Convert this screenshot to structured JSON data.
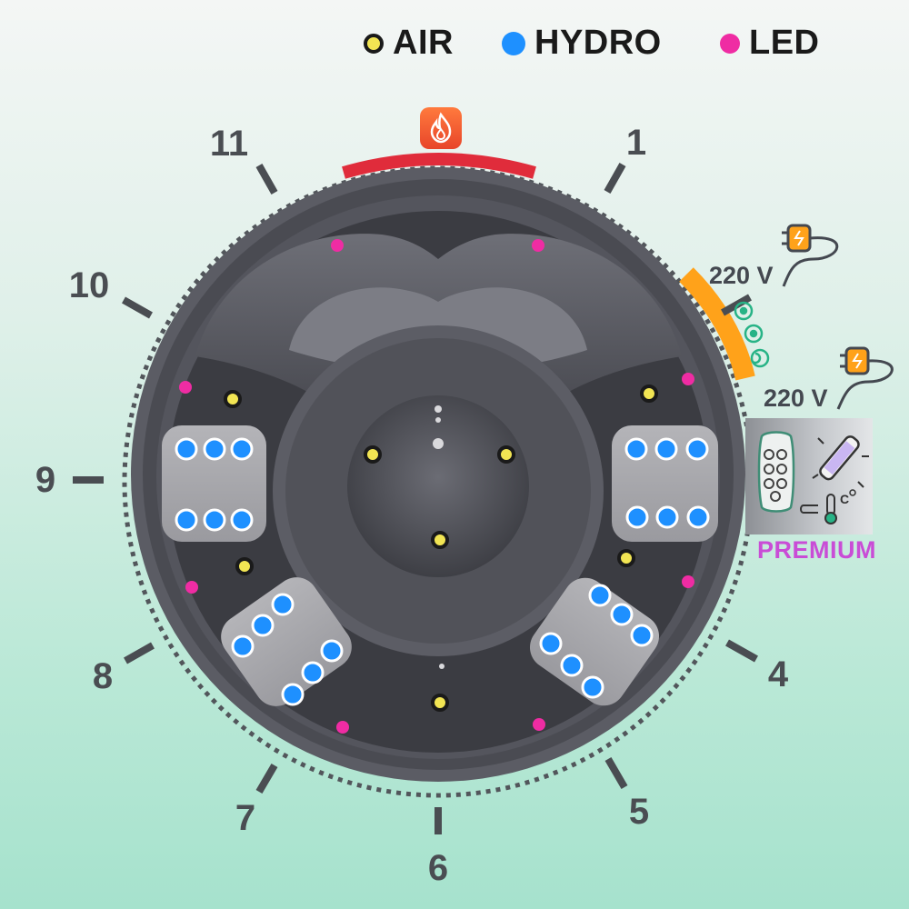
{
  "legend": {
    "air": {
      "label": "AIR",
      "color": "#f2e553"
    },
    "hydro": {
      "label": "HYDRO",
      "color": "#1e90ff"
    },
    "led": {
      "label": "LED",
      "color": "#ef2ca3"
    }
  },
  "clock": {
    "one": "1",
    "four": "4",
    "five": "5",
    "six": "6",
    "seven": "7",
    "eight": "8",
    "nine": "9",
    "ten": "10",
    "eleven": "11"
  },
  "power": {
    "upper_voltage": "220 V",
    "lower_voltage": "220 V"
  },
  "premium": {
    "label": "PREMIUM"
  },
  "icons": {
    "heater": "flame-icon",
    "plug": "power-plug-icon",
    "filter": "filter-cartridge-icon",
    "uv_lamp": "uv-lamp-icon",
    "thermometer": "thermometer-icon",
    "controls": "jet-control-icon"
  },
  "colors": {
    "tub_shell": "#4d4e56",
    "tub_basin": "#3b3c42",
    "seat_pad": "#a6a6aa",
    "heater_arc": "#e02c3b",
    "power_arc": "#ffa21a",
    "premium_text": "#c94dd6",
    "control_green": "#27b386"
  }
}
